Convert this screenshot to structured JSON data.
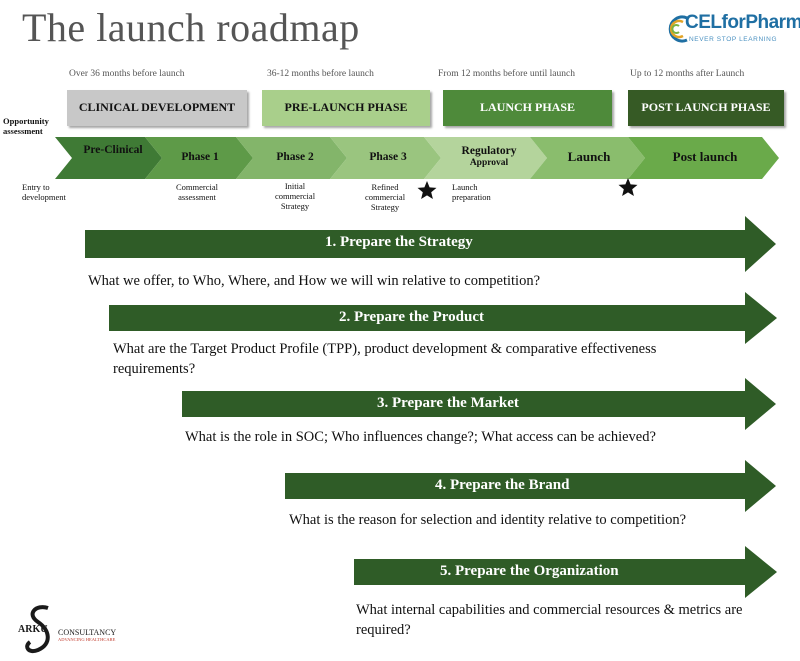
{
  "title": "The launch roadmap",
  "logo": {
    "name": "CELforPharma",
    "tagline": "NEVER STOP LEARNING"
  },
  "timings": [
    "Over 36 months before launch",
    "36-12 months before launch",
    "From 12 months before  until launch",
    "Up to 12 months after Launch"
  ],
  "phases": [
    {
      "label": "CLINICAL DEVELOPMENT",
      "color": "#c8c8c8",
      "text_color": "#111111"
    },
    {
      "label": "PRE-LAUNCH PHASE",
      "color": "#a9cf8b",
      "text_color": "#111111"
    },
    {
      "label": "LAUNCH PHASE",
      "color": "#4e8a3a",
      "text_color": "#ffffff"
    },
    {
      "label": "POST LAUNCH PHASE",
      "color": "#365a25",
      "text_color": "#ffffff"
    }
  ],
  "opportunity_label": "Opportunity assessment",
  "chevrons": [
    {
      "label": "Pre-Clinical",
      "color": "#3f7a35"
    },
    {
      "label": "Phase 1",
      "color": "#5e9a48"
    },
    {
      "label": "Phase 2",
      "color": "#83b56a"
    },
    {
      "label": "Phase 3",
      "color": "#9ac57f"
    },
    {
      "label": "Regulatory",
      "sub": "Approval",
      "color": "#b4d49c"
    },
    {
      "label": "Launch",
      "color": "#8abd6d"
    },
    {
      "label": "Post launch",
      "color": "#6aaa4a"
    }
  ],
  "milestones": [
    "Entry to development",
    "Commercial assessment",
    "Initial commercial Strategy",
    "Refined commercial Strategy",
    "Launch preparation"
  ],
  "steps": [
    {
      "title": "1. Prepare the Strategy",
      "question": "What we offer, to Who, Where, and How we will win relative to competition?"
    },
    {
      "title": "2. Prepare the Product",
      "question": "What are the Target Product Profile (TPP), product development & comparative effectiveness requirements?"
    },
    {
      "title": "3. Prepare the Market",
      "question": "What is the role in SOC; Who influences change?; What access can be achieved?"
    },
    {
      "title": "4. Prepare the Brand",
      "question": "What is the reason for selection and identity relative to competition?"
    },
    {
      "title": "5. Prepare the Organization",
      "question": "What internal capabilities and commercial resources & metrics are required?"
    }
  ],
  "arrow_color": "#2f5c27",
  "footer_logo": {
    "mark": "ARKU",
    "name": "CONSULTANCY",
    "tagline": "ADVANCING HEALTHCARE"
  }
}
